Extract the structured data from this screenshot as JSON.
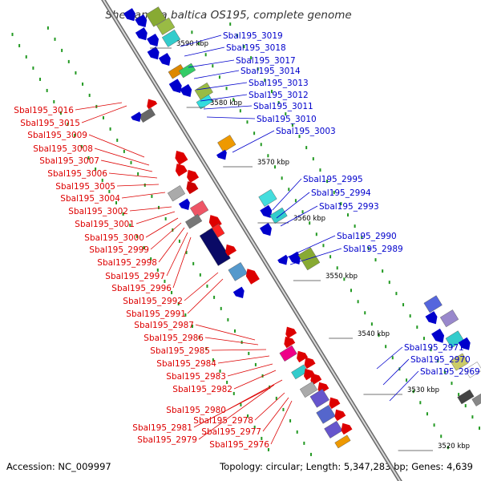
{
  "title": "Shewanella baltica OS195, complete genome",
  "footer": {
    "accession": "Accession: NC_009997",
    "summary": "Topology: circular; Length: 5,347,283 bp; Genes: 4,639"
  },
  "colors": {
    "forward": "#0000cc",
    "reverse": "#dd0000",
    "axis": "#888888",
    "dots": "#229922",
    "tick": "#444444"
  },
  "ticks": [
    {
      "label": "3590 kbp"
    },
    {
      "label": "3580 kbp"
    },
    {
      "label": "3570 kbp"
    },
    {
      "label": "3560 kbp"
    },
    {
      "label": "3550 kbp"
    },
    {
      "label": "3540 kbp"
    },
    {
      "label": "3530 kbp"
    },
    {
      "label": "3520 kbp"
    }
  ],
  "right_labels": [
    "Sbal195_3019",
    "Sbal195_3018",
    "Sbal195_3017",
    "Sbal195_3014",
    "Sbal195_3013",
    "Sbal195_3012",
    "Sbal195_3011",
    "Sbal195_3010",
    "Sbal195_3003",
    "Sbal195_2995",
    "Sbal195_2994",
    "Sbal195_2993",
    "Sbal195_2990",
    "Sbal195_2989",
    "Sbal195_2971",
    "Sbal195_2970",
    "Sbal195_2969"
  ],
  "left_labels": [
    "Sbal195_3016",
    "Sbal195_3015",
    "Sbal195_3009",
    "Sbal195_3008",
    "Sbal195_3007",
    "Sbal195_3006",
    "Sbal195_3005",
    "Sbal195_3004",
    "Sbal195_3002",
    "Sbal195_3001",
    "Sbal195_3000",
    "Sbal195_2999",
    "Sbal195_2998",
    "Sbal195_2997",
    "Sbal195_2996",
    "Sbal195_2992",
    "Sbal195_2991",
    "Sbal195_2987",
    "Sbal195_2986",
    "Sbal195_2985",
    "Sbal195_2984",
    "Sbal195_2983",
    "Sbal195_2982",
    "Sbal195_2980",
    "Sbal195_2981",
    "Sbal195_2978",
    "Sbal195_2977",
    "Sbal195_2979",
    "Sbal195_2976"
  ]
}
